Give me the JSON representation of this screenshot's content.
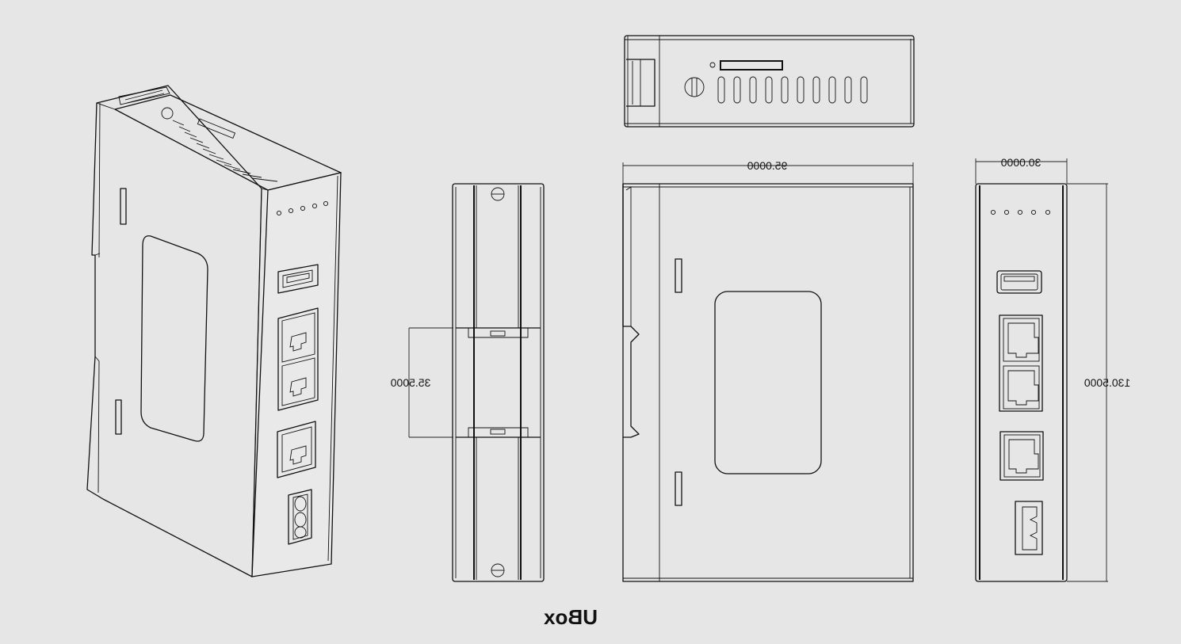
{
  "title": "UBox",
  "dimensions": {
    "din_rail": "35.5000",
    "depth": "95.0000",
    "width": "30.0000",
    "height": "130.5000"
  },
  "colors": {
    "background": "#e6e6e6",
    "line": "#111111"
  }
}
